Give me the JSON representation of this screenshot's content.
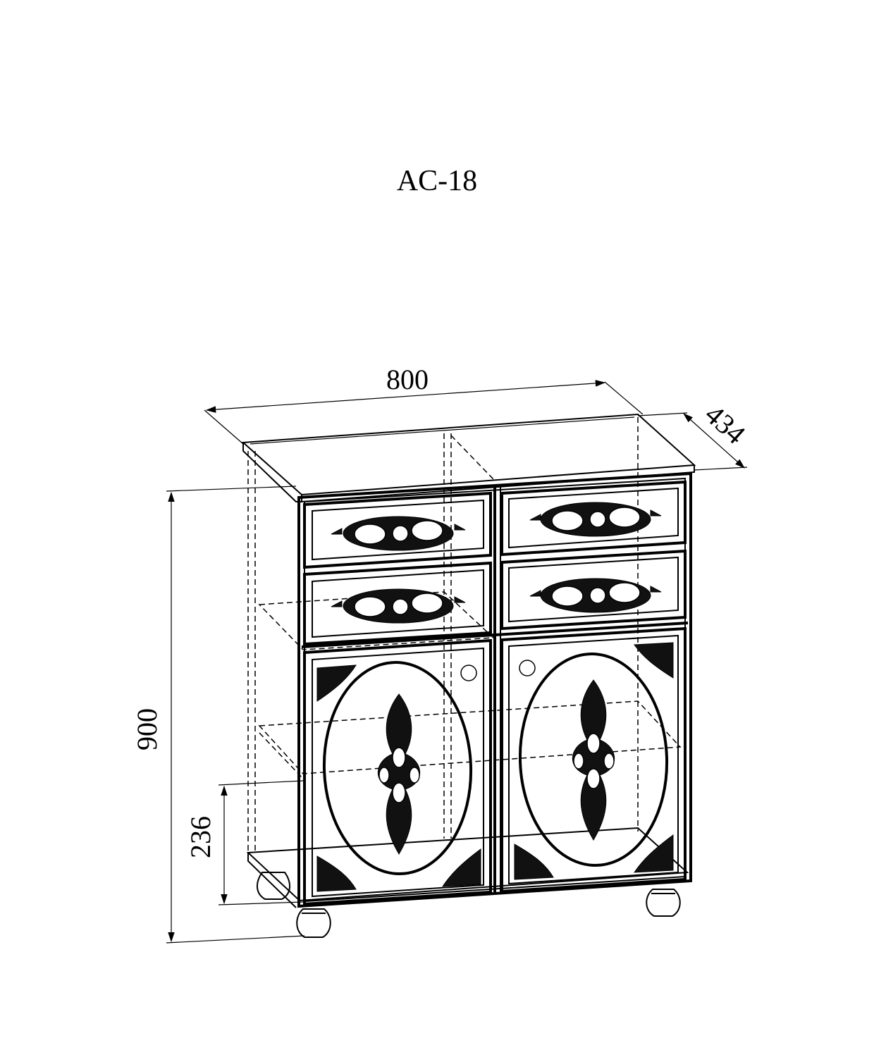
{
  "title": "AC-18",
  "dimensions": {
    "width": "800",
    "depth": "434",
    "height": "900",
    "shelf_height": "236"
  },
  "colors": {
    "line": "#000000",
    "background": "#ffffff"
  }
}
